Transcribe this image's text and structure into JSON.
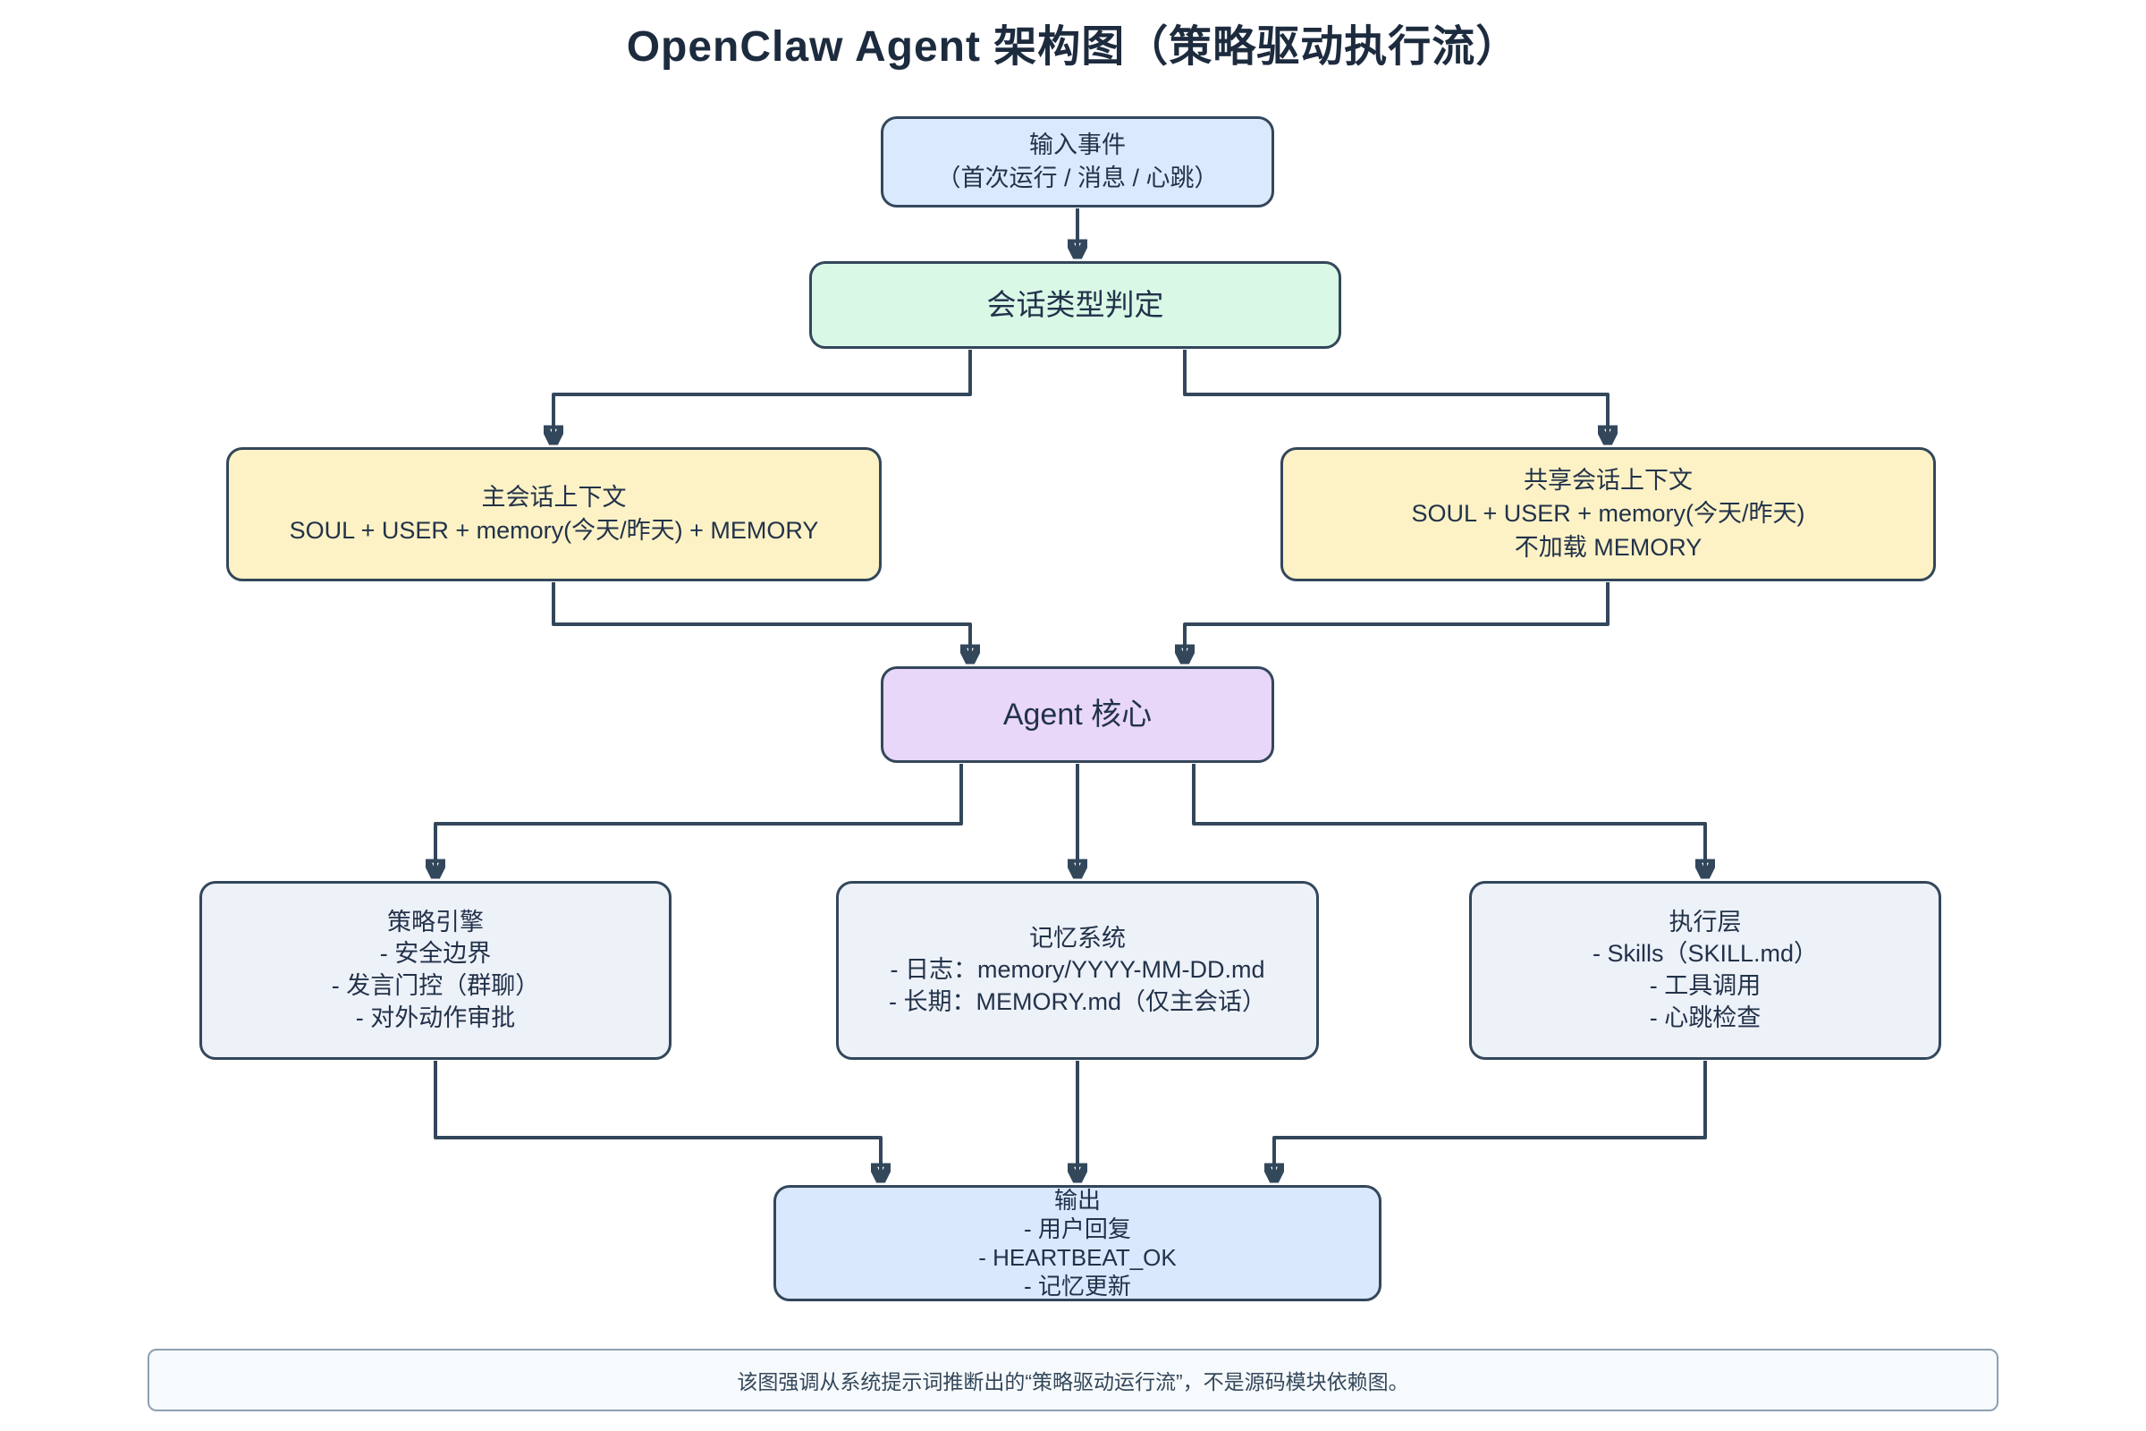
{
  "title": "OpenClaw Agent 架构图（策略驱动执行流）",
  "diagram": {
    "nodes": {
      "input": {
        "lines": [
          "输入事件",
          "（首次运行 / 消息 / 心跳）"
        ]
      },
      "session": {
        "lines": [
          "会话类型判定"
        ]
      },
      "mainctx": {
        "lines": [
          "主会话上下文",
          "SOUL + USER + memory(今天/昨天) + MEMORY"
        ]
      },
      "sharectx": {
        "lines": [
          "共享会话上下文",
          "SOUL + USER + memory(今天/昨天)",
          "不加载 MEMORY"
        ]
      },
      "core": {
        "lines": [
          "Agent 核心"
        ]
      },
      "policy": {
        "lines": [
          "策略引擎",
          "- 安全边界",
          "- 发言门控（群聊）",
          "- 对外动作审批"
        ]
      },
      "memory": {
        "lines": [
          "记忆系统",
          "- 日志：memory/YYYY-MM-DD.md",
          "- 长期：MEMORY.md（仅主会话）"
        ]
      },
      "exec": {
        "lines": [
          "执行层",
          "- Skills（SKILL.md）",
          "- 工具调用",
          "- 心跳检查"
        ]
      },
      "output": {
        "lines": [
          "输出",
          "- 用户回复",
          "- HEARTBEAT_OK",
          "- 记忆更新"
        ]
      }
    },
    "note": "该图强调从系统提示词推断出的“策略驱动运行流”，不是源码模块依赖图。",
    "colors": {
      "input_fill": "#dbe9fc",
      "decision_fill": "#d9f8e6",
      "context_fill": "#fdf2c5",
      "core_fill": "#e8d7f9",
      "module_fill": "#edf1f8",
      "output_fill": "#d9e8fc",
      "stroke": "#33475b",
      "text": "#22324a",
      "note_fill": "#f7fafc",
      "note_border": "#8d9fb3"
    }
  }
}
